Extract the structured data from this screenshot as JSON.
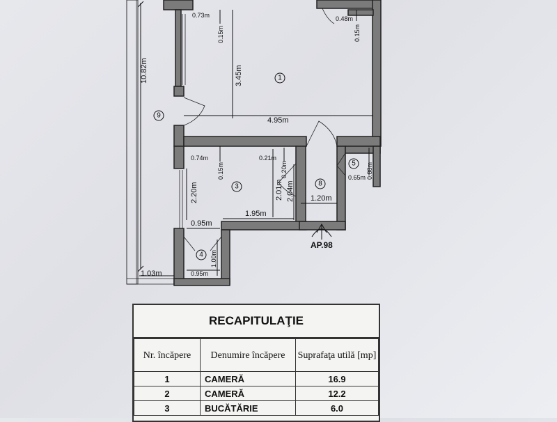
{
  "plan": {
    "dims": {
      "d1": "0.73m",
      "d2": "0.15m",
      "d3": "0.48m",
      "d4": "0.15m",
      "d5": "10.82m",
      "d6": "3.45m",
      "d7": "4.95m",
      "d8": "0.74m",
      "d9": "0.15m",
      "d10": "0.21m",
      "d11": "0.20m",
      "d12": "0.88m",
      "d13": "0.65m",
      "d14": "2.20m",
      "d15": "2.01m",
      "d16": "2.04m",
      "d17": "1.20m",
      "d18": "0.95m",
      "d19": "1.95m",
      "d20": "1.00m",
      "d21": "0.95m",
      "d22": "1.03m"
    },
    "rooms": {
      "r1": "1",
      "r3": "3",
      "r4": "4",
      "r5": "5",
      "r8": "8",
      "r9": "9"
    },
    "apartment_label": "AP.98"
  },
  "table": {
    "title": "RECAPITULAŢIE",
    "headers": [
      "Nr. încăpere",
      "Denumire încăpere",
      "Suprafaţa utilă [mp]"
    ],
    "rows": [
      {
        "nr": "1",
        "name": "CAMERĂ",
        "area": "16.9"
      },
      {
        "nr": "2",
        "name": "CAMERĂ",
        "area": "12.2"
      },
      {
        "nr": "3",
        "name": "BUCĂTĂRIE",
        "area": "6.0"
      }
    ]
  }
}
